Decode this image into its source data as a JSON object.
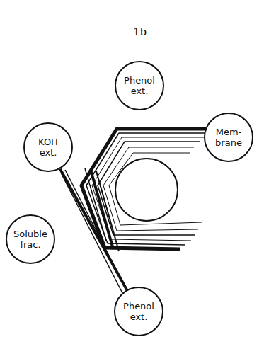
{
  "diagram": {
    "nodes": [
      {
        "text": [
          "Phenol ext."
        ]
      },
      {
        "text": [
          "Mem- brane"
        ]
      },
      {
        "text": [
          "KOH ext."
        ]
      },
      {
        "text": [
          "Soluble frac."
        ]
      },
      {
        "text": [
          "Phenol ext."
        ]
      }
    ],
    "edges": [
      {
        "from": 2,
        "to": 4,
        "arrow": "none"
      }
    ],
    "labels": [
      "1b"
    ]
  }
}
